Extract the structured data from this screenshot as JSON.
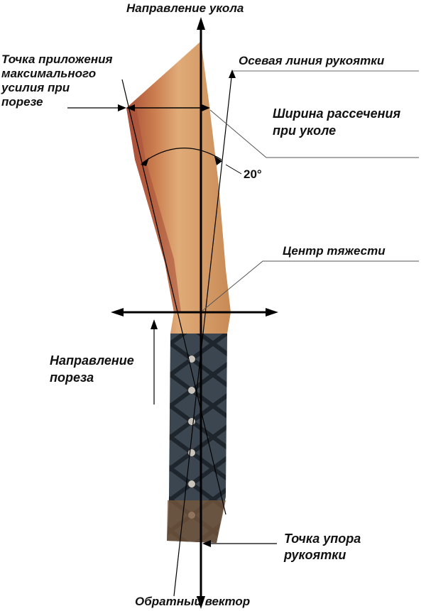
{
  "labels": {
    "thrust_direction": "Направление укола",
    "max_force_point": "Точка приложения\nмаксимального\nусилия при\nпорезе",
    "handle_axis": "Осевая линия рукоятки",
    "thrust_cut_width": "Ширина рассечения\nпри уколе",
    "angle": "20°",
    "center_of_gravity": "Центр тяжести",
    "cut_direction": "Направление\nпореза",
    "handle_stop_point": "Точка упора\nрукоятки",
    "reverse_vector": "Обратный вектор"
  },
  "colors": {
    "blade": "#c98a52",
    "blade_edge": "#a8503a",
    "handle": "#3e4a55",
    "line": "#000000"
  }
}
